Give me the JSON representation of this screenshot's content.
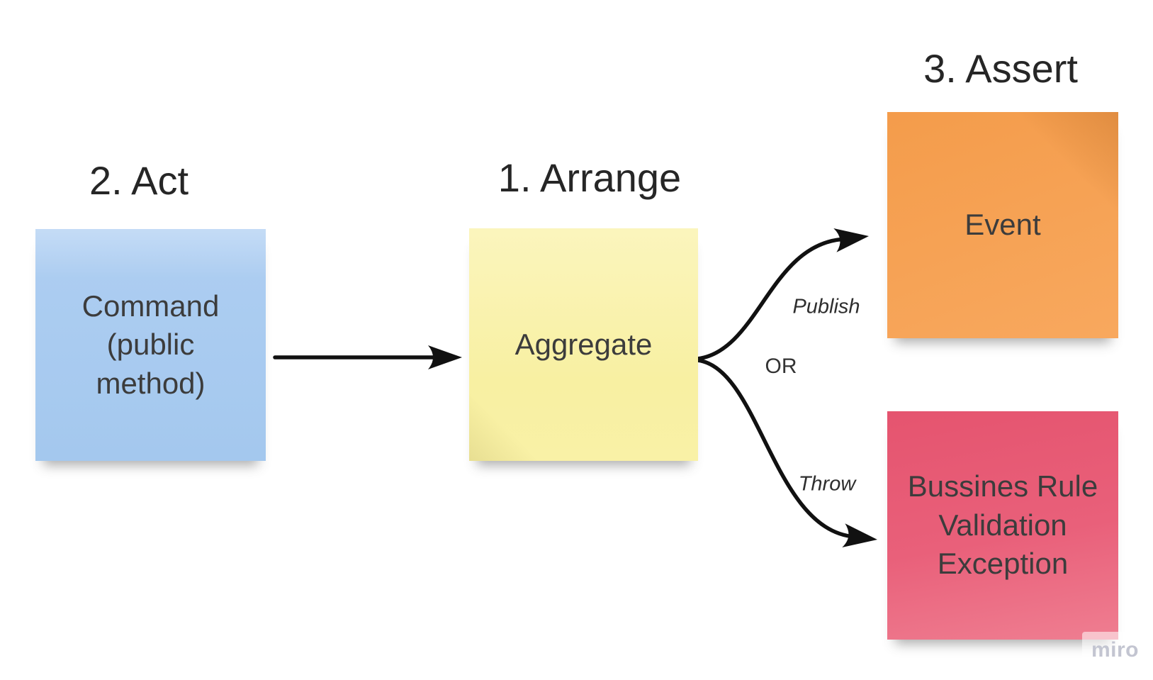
{
  "board": {
    "headings": {
      "act": "2. Act",
      "arrange": "1. Arrange",
      "assert": "3. Assert"
    },
    "notes": {
      "command": {
        "text": "Command (public method)",
        "color": "#a6c9ef"
      },
      "aggregate": {
        "text": "Aggregate",
        "color": "#f9f1a4"
      },
      "event": {
        "text": "Event",
        "color": "#f7a155"
      },
      "exception": {
        "text": "Bussines Rule Validation Exception",
        "color": "#e85f78"
      }
    },
    "connectors": {
      "publish_label": "Publish",
      "or_label": "OR",
      "throw_label": "Throw",
      "stroke_color": "#111111"
    },
    "watermark": {
      "text": "miro",
      "color": "#c3c5d1"
    }
  }
}
